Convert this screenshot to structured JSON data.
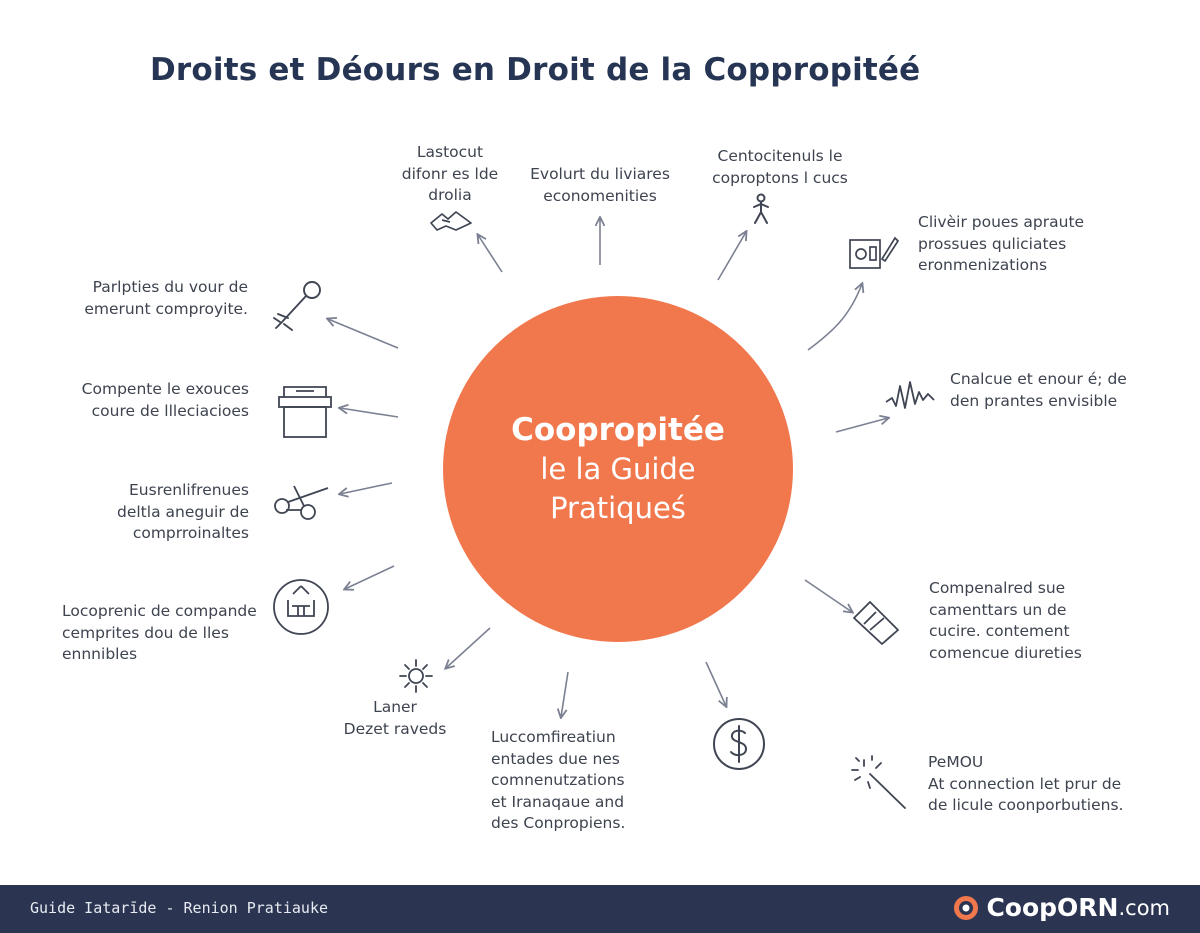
{
  "title": "Droits et Déours en Droit de la Coppropitéé",
  "hub": {
    "line1": "Coopropitée",
    "line2": "le la Guide",
    "line3": "Pratiqueś"
  },
  "nodes": {
    "top_left": [
      "Lastocut",
      "difonr es lde",
      "drolia"
    ],
    "top_center": [
      "Evolurt du liviares",
      "economenities"
    ],
    "top_right": [
      "Centocitenuls le",
      "coproptons l cucs"
    ],
    "upper_right": [
      "Clivèir poues apraute",
      "prossues quliciates",
      "eronmenizations"
    ],
    "mid_right": [
      "Cnalcue et enour é; de",
      "den prantes envisible"
    ],
    "lower_right": [
      "Compenalred sue",
      "camenttars un de",
      "cucire. contement",
      "comencue diureties"
    ],
    "bottom_right": [
      "PeMOU",
      "At connection let prur de",
      "de licule coonporbutiens."
    ],
    "bottom_center": [
      "Luccomfireatiun",
      "entades due nes",
      "comnenutzations",
      "et Iranaqaue and",
      "des Conpropiens."
    ],
    "bottom_left_small": [
      "Laner",
      "Dezet raveds"
    ],
    "left_1": [
      "Parlpties du vour de",
      "emerunt comproyite."
    ],
    "left_2": [
      "Compente le exouces",
      "coure de llleciacioes"
    ],
    "left_3": [
      "Eusrenlifrenues",
      "deltla aneguir de",
      "comprroinaltes"
    ],
    "left_4": [
      "Locoprenic de compande",
      "cemprites dou de lles",
      "ennnibles"
    ]
  },
  "icons": [
    "mountain-sign-icon",
    "walking-person-icon",
    "id-card-pen-icon",
    "soundwave-icon",
    "ticket-card-icon",
    "wand-sparkle-icon",
    "dollar-coin-icon",
    "gear-sun-icon",
    "scales-shield-icon",
    "scissors-icon",
    "toolbox-icon",
    "hammer-wrench-icon"
  ],
  "colors": {
    "hub": "#f1774d",
    "title": "#263553",
    "footer": "#2b3552",
    "arrow": "#7b8192"
  },
  "footer": {
    "left": "Guide Iatarīde - Renion Pratiauke",
    "brand_name": "CoopORN",
    "brand_suffix": ".com"
  }
}
